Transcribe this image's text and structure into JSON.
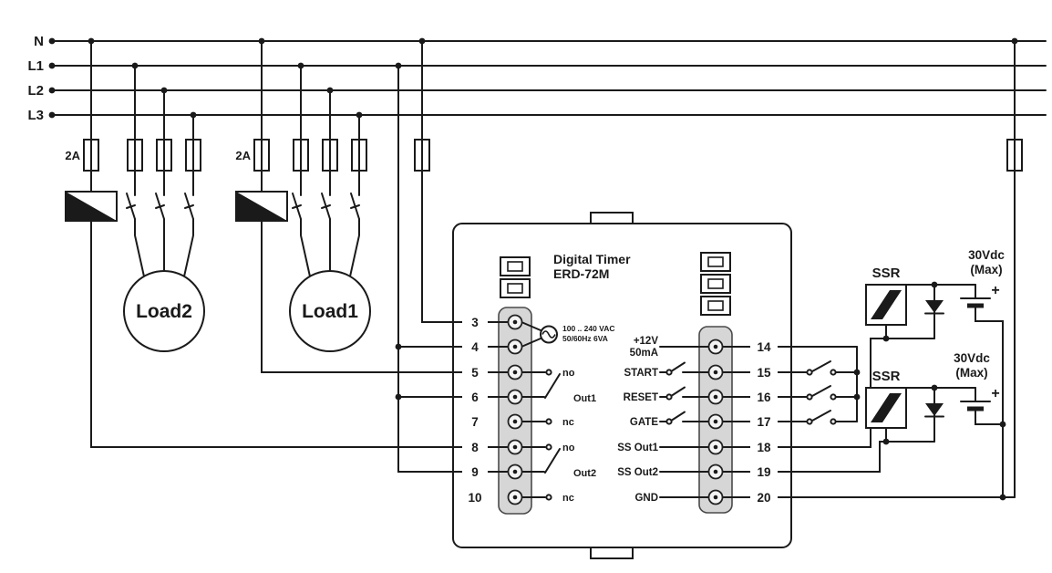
{
  "power_rails": {
    "n": "N",
    "l1": "L1",
    "l2": "L2",
    "l3": "L3"
  },
  "fuses": {
    "coil1": "2A",
    "coil2": "2A"
  },
  "loads": {
    "load2": "Load2",
    "load1": "Load1"
  },
  "timer": {
    "title": "Digital Timer",
    "model": "ERD-72M",
    "supply": {
      "line1": "100 .. 240 VAC",
      "line2": "50/60Hz 6VA"
    },
    "left_terminals": [
      "3",
      "4",
      "5",
      "6",
      "7",
      "8",
      "9",
      "10"
    ],
    "right_terminals": [
      "14",
      "15",
      "16",
      "17",
      "18",
      "19",
      "20"
    ],
    "relay1": {
      "no": "no",
      "name": "Out1",
      "nc": "nc"
    },
    "relay2": {
      "no": "no",
      "name": "Out2",
      "nc": "nc"
    },
    "io": {
      "supply_pos": "+12V",
      "supply_current": "50mA",
      "start": "START",
      "reset": "RESET",
      "gate": "GATE",
      "ss_out1": "SS Out1",
      "ss_out2": "SS Out2",
      "gnd": "GND"
    }
  },
  "ssr_top": {
    "label": "SSR",
    "voltage": "30Vdc",
    "voltage_max": "(Max)",
    "polarity": "+"
  },
  "ssr_bottom": {
    "label": "SSR",
    "voltage": "30Vdc",
    "voltage_max": "(Max)",
    "polarity": "+"
  }
}
